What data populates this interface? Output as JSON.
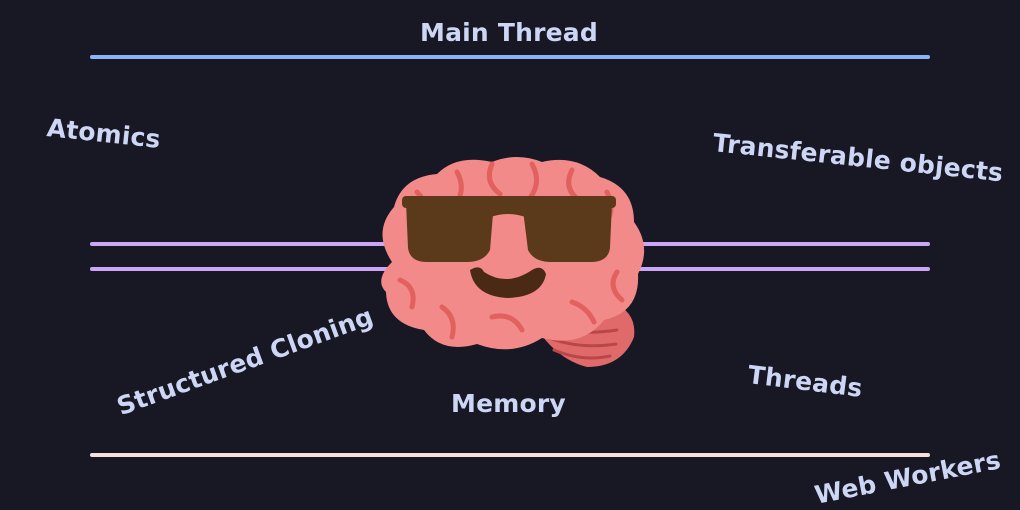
{
  "labels": {
    "main_thread": "Main Thread",
    "atomics": "Atomics",
    "transferable_objects": "Transferable objects",
    "structured_cloning": "Structured Cloning",
    "memory": "Memory",
    "threads": "Threads",
    "web_workers": "Web Workers"
  },
  "colors": {
    "background": "#181825",
    "text": "#cdd6f4",
    "main_line": "#89b4fa",
    "shared_lines": "#cba6f7",
    "worker_line": "#f5e0dc",
    "brain": "#f38ba8",
    "sunglasses": "#5a3a1a"
  },
  "icons": {
    "center": "cool-brain-with-sunglasses-emoji"
  }
}
